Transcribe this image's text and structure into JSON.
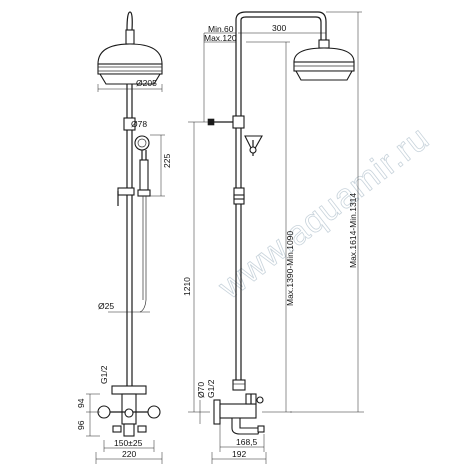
{
  "watermark": "www.aquamir.ru",
  "front_view": {
    "dim_head_diameter": "Ø205",
    "dim_handshower_diameter": "Ø78",
    "dim_holder_height": "225",
    "dim_pipe_diameter": "Ø25",
    "dim_inlet_thread": "G1/2",
    "dim_height_94": "94",
    "dim_height_96": "96",
    "dim_centers": "150±25",
    "dim_total_width": "220"
  },
  "side_view": {
    "dim_min_60": "Min.60",
    "dim_max_120": "Max.120",
    "dim_arm_length": "300",
    "dim_height_1210": "1210",
    "dim_height_1390_1090": "Max.1390-Min.1090",
    "dim_height_1614_1314": "Max.1614-Min.1314",
    "dim_outlet_diameter": "Ø70",
    "dim_outlet_thread": "G1/2",
    "dim_spout_168": "168,5",
    "dim_total_depth": "192"
  },
  "colors": {
    "line": "#1a1a1a",
    "watermark": "#c9d4dc"
  }
}
